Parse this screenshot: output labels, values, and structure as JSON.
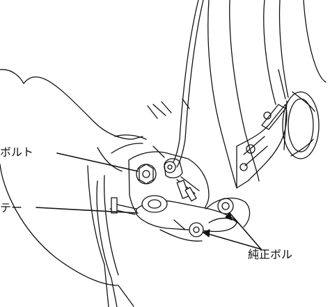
{
  "callouts": {
    "bolt": "ボルト",
    "stay": "テー",
    "genuine_bolt": "純正ボル"
  },
  "colors": {
    "line": "#111111",
    "background": "#ffffff"
  }
}
